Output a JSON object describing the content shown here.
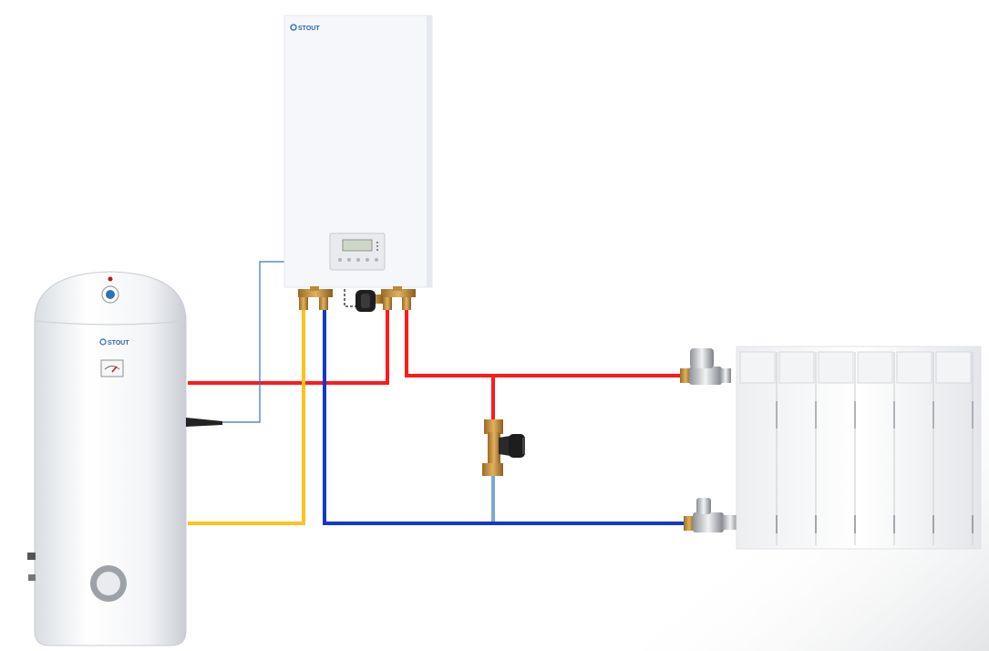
{
  "boiler": {
    "brand": "STOUT",
    "control_panel": {
      "display": ""
    }
  },
  "water_heater": {
    "brand": "STOUT"
  },
  "pipes": {
    "supply_color": "#ff1a1a",
    "return_color": "#1438c8",
    "dhw_color": "#ffc21a",
    "sensor_wire_color": "#3a6fc4",
    "bypass_return_color": "#7aa6dc"
  },
  "components": [
    {
      "id": "boiler",
      "icon": "wall-boiler"
    },
    {
      "id": "water_heater",
      "icon": "indirect-water-heater"
    },
    {
      "id": "three_way_valve",
      "icon": "motorized-valve"
    },
    {
      "id": "bypass_valve",
      "icon": "bypass-valve"
    },
    {
      "id": "radiator",
      "icon": "radiator"
    },
    {
      "id": "thermostatic_valve",
      "icon": "radiator-valve"
    },
    {
      "id": "lockshield_valve",
      "icon": "radiator-valve"
    }
  ]
}
